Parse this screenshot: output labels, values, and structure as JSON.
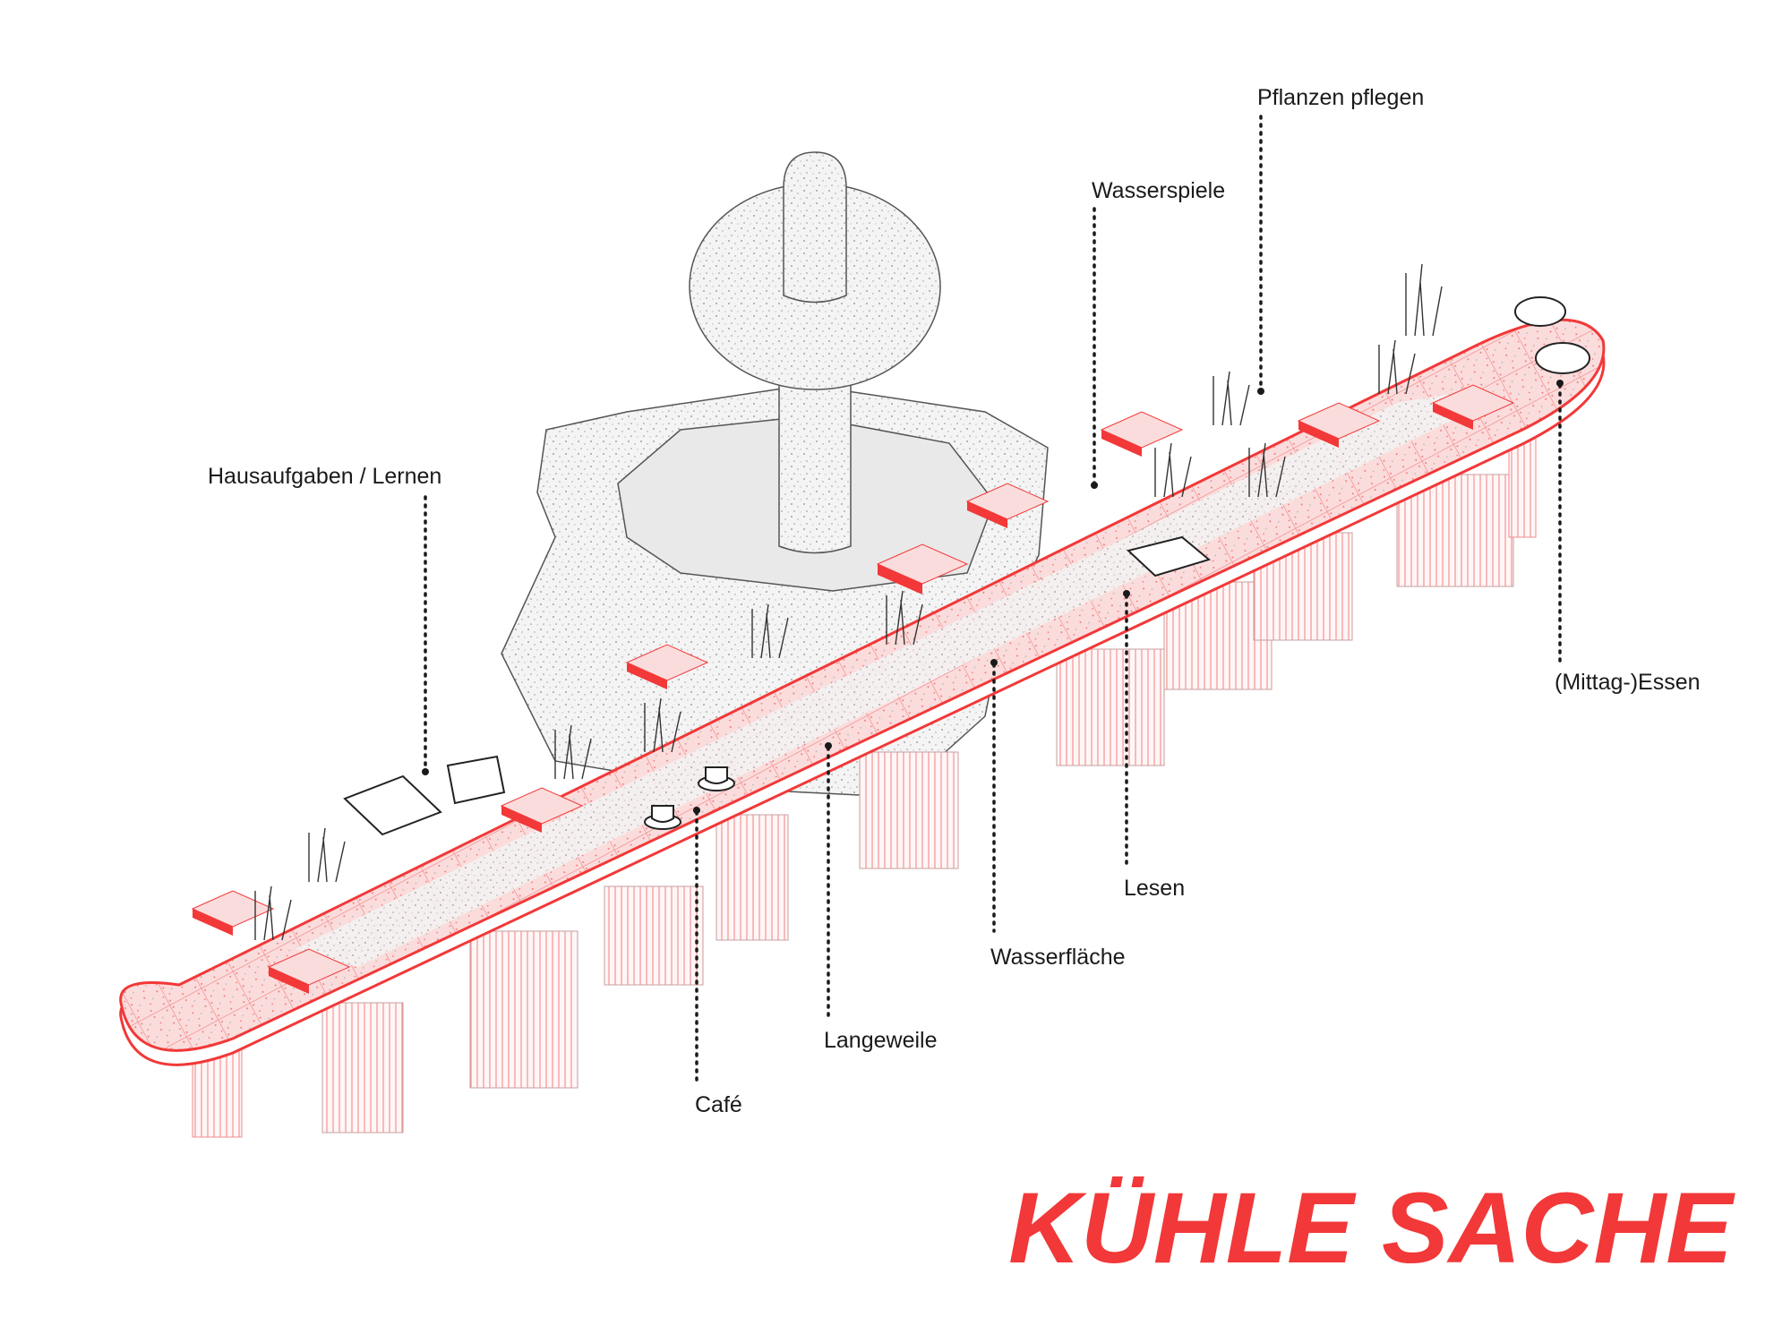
{
  "title": "KÜHLE SACHE",
  "labels": {
    "hausaufgaben": "Hausaufgaben / Lernen",
    "pflanzen": "Pflanzen pflegen",
    "wasserspiele": "Wasserspiele",
    "mittagessen": "(Mittag-)Essen",
    "lesen": "Lesen",
    "wasserflaeche": "Wasserfläche",
    "langeweile": "Langeweile",
    "cafe": "Café"
  },
  "colors": {
    "accent": "#f23838",
    "tile_light": "#fbdcdc",
    "ink": "#1a1a1a",
    "stone": "#f2f2f2"
  }
}
